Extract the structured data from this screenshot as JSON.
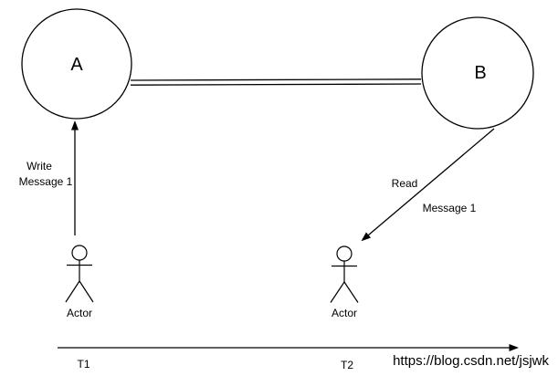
{
  "diagram": {
    "background": "#ffffff",
    "stroke_color": "#000000",
    "watermark_color": "#e2e2e2",
    "node_a": {
      "label": "A"
    },
    "node_b": {
      "label": "B"
    },
    "write_label": {
      "line1": "Write",
      "line2": "Message 1"
    },
    "read_label": {
      "line1": "Read",
      "line2": "Message 1"
    },
    "actor_left": {
      "label": "Actor"
    },
    "actor_right": {
      "label": "Actor"
    },
    "timeline": {
      "t1": "T1",
      "t2": "T2"
    },
    "watermark": "https://blog.csdn.net/jsjwk"
  }
}
